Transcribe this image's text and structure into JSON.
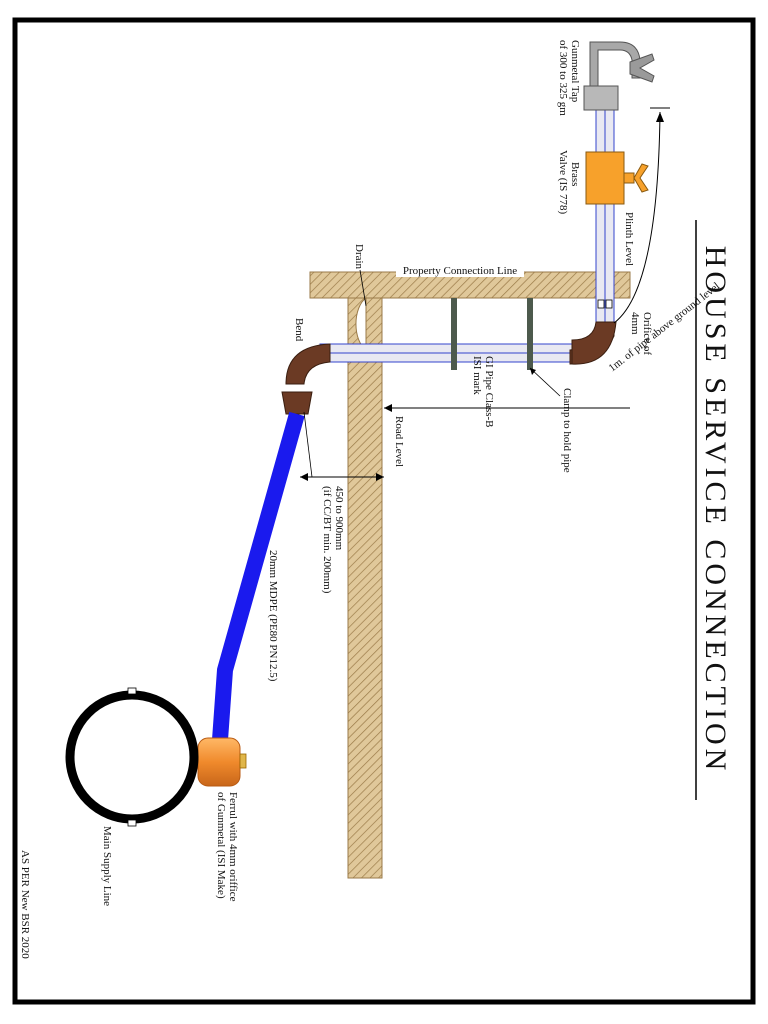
{
  "title": "HOUSE SERVICE CONNECTION",
  "labels": {
    "gunmetal_tap": [
      "Gunmetal Tap",
      "of 300 to 325 gm"
    ],
    "brass_valve": [
      "Brass",
      "Valve (IS 778)"
    ],
    "plinth_level": "Plinth Level",
    "orifice": [
      "Orifice of",
      "4mm"
    ],
    "above_ground": "1m. of pipe above ground level",
    "property_line": "Property Connection Line",
    "drain": "Drain",
    "bend": "Bend",
    "gi_pipe": [
      "GI Pipe Class-B",
      "ISI mark"
    ],
    "clamp": "Clamp to hold pipe",
    "road_level": "Road Level",
    "depth": [
      "450 to 900mm",
      "(if CC/BT min. 200mm)"
    ],
    "mdpe": "20mm MDPE (PE80 PN12.5)",
    "ferrule": [
      "Ferrul with 4mm oriffice",
      "of Gunmetal (ISI Make)"
    ],
    "main_supply": "Main Supply Line",
    "footer": "AS PER New BSR 2020"
  },
  "colors": {
    "border": "#000000",
    "hatch_fill": "#e0c89a",
    "hatch_line": "#9a7a48",
    "gi_pipe": "#e9e9f2",
    "gi_pipe_core": "#3344cc",
    "bend_brown": "#6b3a24",
    "mdpe_blue": "#1a1aee",
    "valve_orange": "#f7a12b",
    "ferrule_orange": "#f08a2c",
    "main_ring": "#000000",
    "tap_grey": "#a8a8a8",
    "rod_grey": "#4d5a4d"
  },
  "icons": [
    "tap-icon",
    "valve-icon",
    "bend-icon",
    "ferrule-icon",
    "main-pipe-icon"
  ]
}
